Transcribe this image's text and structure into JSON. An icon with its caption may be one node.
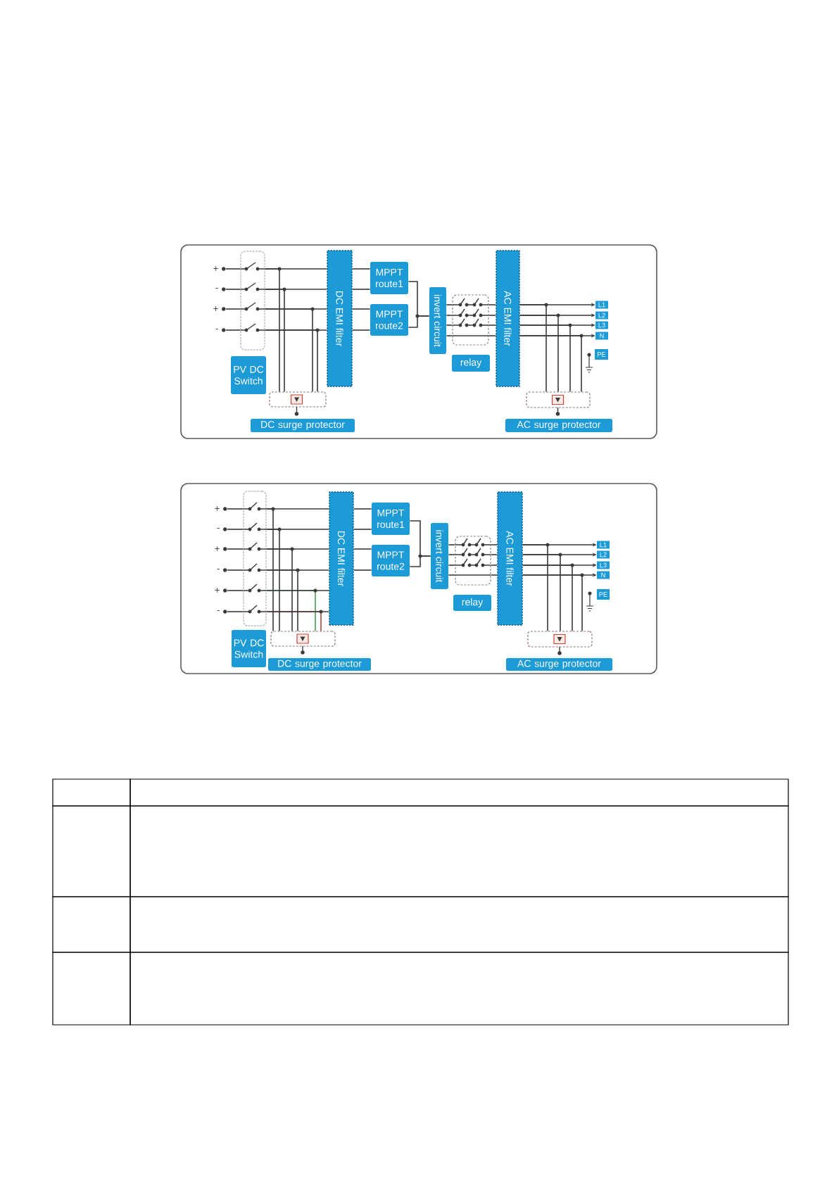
{
  "diagram": {
    "nodes": [
      {
        "text": [],
        "shape": "circle",
        "beside": [
          "+"
        ]
      },
      {
        "text": [],
        "shape": "circle",
        "beside": [
          "-"
        ]
      },
      {
        "text": [],
        "shape": "circle",
        "beside": [
          "+"
        ]
      },
      {
        "text": [],
        "shape": "circle",
        "beside": [
          "-"
        ]
      },
      {
        "text": [],
        "shape": "box"
      },
      {
        "text": [
          "PV DC Switch"
        ]
      },
      {
        "text": [],
        "shape": "box"
      },
      {
        "text": [
          "DC surge protector"
        ]
      },
      {
        "text": [
          "DC EMI filter"
        ]
      },
      {
        "text": [
          "MPPT route1"
        ]
      },
      {
        "text": [
          "MPPT route2"
        ]
      },
      {
        "text": [
          "invert circuit"
        ]
      },
      {
        "text": [],
        "shape": "box"
      },
      {
        "text": [
          "relay"
        ]
      },
      {
        "text": [
          "AC EMI filter"
        ]
      },
      {
        "text": [],
        "shape": "box"
      },
      {
        "text": [
          "AC surge protector"
        ]
      },
      {
        "text": [
          "L1"
        ]
      },
      {
        "text": [
          "L2"
        ]
      },
      {
        "text": [
          "L3"
        ]
      },
      {
        "text": [
          "N"
        ]
      },
      {
        "text": [
          "PE"
        ]
      },
      {
        "text": [],
        "shape": "circle",
        "beside": [
          "+"
        ]
      },
      {
        "text": [],
        "shape": "circle",
        "beside": [
          "-"
        ]
      },
      {
        "text": [],
        "shape": "circle",
        "beside": [
          "+"
        ]
      },
      {
        "text": [],
        "shape": "circle",
        "beside": [
          "-"
        ]
      },
      {
        "text": [],
        "shape": "circle",
        "beside": [
          "+"
        ]
      },
      {
        "text": [],
        "shape": "circle",
        "beside": [
          "-"
        ]
      },
      {
        "text": [],
        "shape": "box"
      },
      {
        "text": [
          "PV DC Switch"
        ]
      },
      {
        "text": [],
        "shape": "box"
      },
      {
        "text": [
          "DC surge protector"
        ]
      },
      {
        "text": [
          "DC EMI filter"
        ]
      },
      {
        "text": [
          "MPPT route1"
        ]
      },
      {
        "text": [
          "MPPT route2"
        ]
      },
      {
        "text": [
          "invert circuit"
        ]
      },
      {
        "text": [],
        "shape": "box"
      },
      {
        "text": [
          "relay"
        ]
      },
      {
        "text": [
          "AC EMI filter"
        ]
      },
      {
        "text": [],
        "shape": "box"
      },
      {
        "text": [
          "AC surge protector"
        ]
      },
      {
        "text": [
          "L1"
        ]
      },
      {
        "text": [
          "L2"
        ]
      },
      {
        "text": [
          "L3"
        ]
      },
      {
        "text": [
          "N"
        ]
      },
      {
        "text": [
          "PE"
        ]
      }
    ],
    "edges": [
      {
        "from": 0,
        "to": 4,
        "arrow": "none"
      },
      {
        "from": 1,
        "to": 4,
        "arrow": "none"
      },
      {
        "from": 2,
        "to": 4,
        "arrow": "none"
      },
      {
        "from": 3,
        "to": 4,
        "arrow": "none"
      },
      {
        "from": 4,
        "to": 8,
        "arrow": "none"
      },
      {
        "from": 4,
        "to": 8,
        "arrow": "none"
      },
      {
        "from": 4,
        "to": 8,
        "arrow": "none"
      },
      {
        "from": 4,
        "to": 8,
        "arrow": "none"
      },
      {
        "from": 4,
        "to": 6,
        "arrow": "none"
      },
      {
        "from": 4,
        "to": 6,
        "arrow": "none"
      },
      {
        "from": 4,
        "to": 6,
        "arrow": "none"
      },
      {
        "from": 4,
        "to": 6,
        "arrow": "none"
      },
      {
        "from": 8,
        "to": 9,
        "arrow": "none"
      },
      {
        "from": 8,
        "to": 9,
        "arrow": "none"
      },
      {
        "from": 8,
        "to": 10,
        "arrow": "none"
      },
      {
        "from": 8,
        "to": 10,
        "arrow": "none"
      },
      {
        "from": 9,
        "to": 11,
        "arrow": "none"
      },
      {
        "from": 10,
        "to": 11,
        "arrow": "none"
      },
      {
        "from": 11,
        "to": 12,
        "arrow": "none"
      },
      {
        "from": 11,
        "to": 12,
        "arrow": "none"
      },
      {
        "from": 11,
        "to": 12,
        "arrow": "none"
      },
      {
        "from": 11,
        "to": 12,
        "arrow": "none"
      },
      {
        "from": 12,
        "to": 14,
        "arrow": "none"
      },
      {
        "from": 12,
        "to": 14,
        "arrow": "none"
      },
      {
        "from": 12,
        "to": 14,
        "arrow": "none"
      },
      {
        "from": 12,
        "to": 14,
        "arrow": "none"
      },
      {
        "from": 14,
        "to": 17,
        "arrow": "to"
      },
      {
        "from": 14,
        "to": 18,
        "arrow": "to"
      },
      {
        "from": 14,
        "to": 19,
        "arrow": "to"
      },
      {
        "from": 14,
        "to": 20,
        "arrow": "to"
      },
      {
        "from": 14,
        "to": 15,
        "arrow": "none"
      },
      {
        "from": 14,
        "to": 15,
        "arrow": "none"
      },
      {
        "from": 14,
        "to": 15,
        "arrow": "none"
      },
      {
        "from": 14,
        "to": 15,
        "arrow": "none"
      },
      {
        "from": 22,
        "to": 28,
        "arrow": "none"
      },
      {
        "from": 23,
        "to": 28,
        "arrow": "none"
      },
      {
        "from": 24,
        "to": 28,
        "arrow": "none"
      },
      {
        "from": 25,
        "to": 28,
        "arrow": "none"
      },
      {
        "from": 26,
        "to": 28,
        "arrow": "none"
      },
      {
        "from": 27,
        "to": 28,
        "arrow": "none"
      },
      {
        "from": 28,
        "to": 32,
        "arrow": "none"
      },
      {
        "from": 28,
        "to": 32,
        "arrow": "none"
      },
      {
        "from": 28,
        "to": 32,
        "arrow": "none"
      },
      {
        "from": 28,
        "to": 32,
        "arrow": "none"
      },
      {
        "from": 28,
        "to": 32,
        "arrow": "none"
      },
      {
        "from": 28,
        "to": 32,
        "arrow": "none"
      },
      {
        "from": 28,
        "to": 30,
        "arrow": "none"
      },
      {
        "from": 28,
        "to": 30,
        "arrow": "none"
      },
      {
        "from": 28,
        "to": 30,
        "arrow": "none"
      },
      {
        "from": 28,
        "to": 30,
        "arrow": "none"
      },
      {
        "from": 28,
        "to": 30,
        "arrow": "none",
        "color": "#4a9a50"
      },
      {
        "from": 28,
        "to": 30,
        "arrow": "none",
        "color": "#b04a3a"
      },
      {
        "from": 32,
        "to": 33,
        "arrow": "none"
      },
      {
        "from": 32,
        "to": 33,
        "arrow": "none"
      },
      {
        "from": 32,
        "to": 34,
        "arrow": "none"
      },
      {
        "from": 32,
        "to": 34,
        "arrow": "none"
      },
      {
        "from": 33,
        "to": 35,
        "arrow": "none"
      },
      {
        "from": 34,
        "to": 35,
        "arrow": "none"
      },
      {
        "from": 35,
        "to": 36,
        "arrow": "none"
      },
      {
        "from": 35,
        "to": 36,
        "arrow": "none"
      },
      {
        "from": 35,
        "to": 36,
        "arrow": "none"
      },
      {
        "from": 35,
        "to": 36,
        "arrow": "none"
      },
      {
        "from": 36,
        "to": 38,
        "arrow": "none"
      },
      {
        "from": 36,
        "to": 38,
        "arrow": "none"
      },
      {
        "from": 36,
        "to": 38,
        "arrow": "none"
      },
      {
        "from": 36,
        "to": 38,
        "arrow": "none"
      },
      {
        "from": 38,
        "to": 41,
        "arrow": "to"
      },
      {
        "from": 38,
        "to": 42,
        "arrow": "to"
      },
      {
        "from": 38,
        "to": 43,
        "arrow": "to"
      },
      {
        "from": 38,
        "to": 44,
        "arrow": "to"
      },
      {
        "from": 38,
        "to": 39,
        "arrow": "none"
      },
      {
        "from": 38,
        "to": 39,
        "arrow": "none"
      },
      {
        "from": 38,
        "to": 39,
        "arrow": "none"
      },
      {
        "from": 38,
        "to": 39,
        "arrow": "none"
      }
    ]
  }
}
